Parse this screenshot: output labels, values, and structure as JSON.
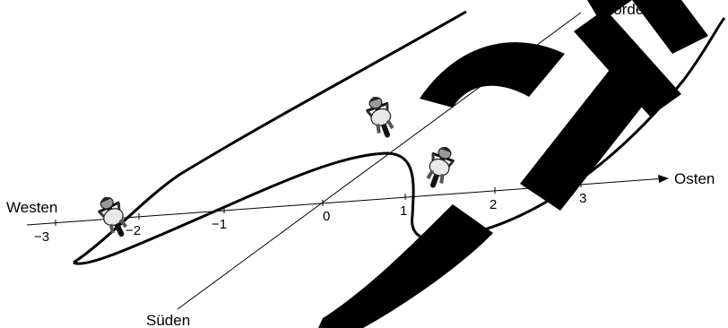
{
  "axes": {
    "east_label": "Osten",
    "west_label": "Westen",
    "north_label": "Norden",
    "south_label": "Süden",
    "ticks": [
      "−3",
      "−2",
      "−1",
      "0",
      "1",
      "2",
      "3"
    ]
  },
  "watermark": {
    "text": "SCH",
    "color": "#000000"
  },
  "icons": [
    "cyclist-icon",
    "cyclist-icon",
    "cyclist-icon"
  ]
}
